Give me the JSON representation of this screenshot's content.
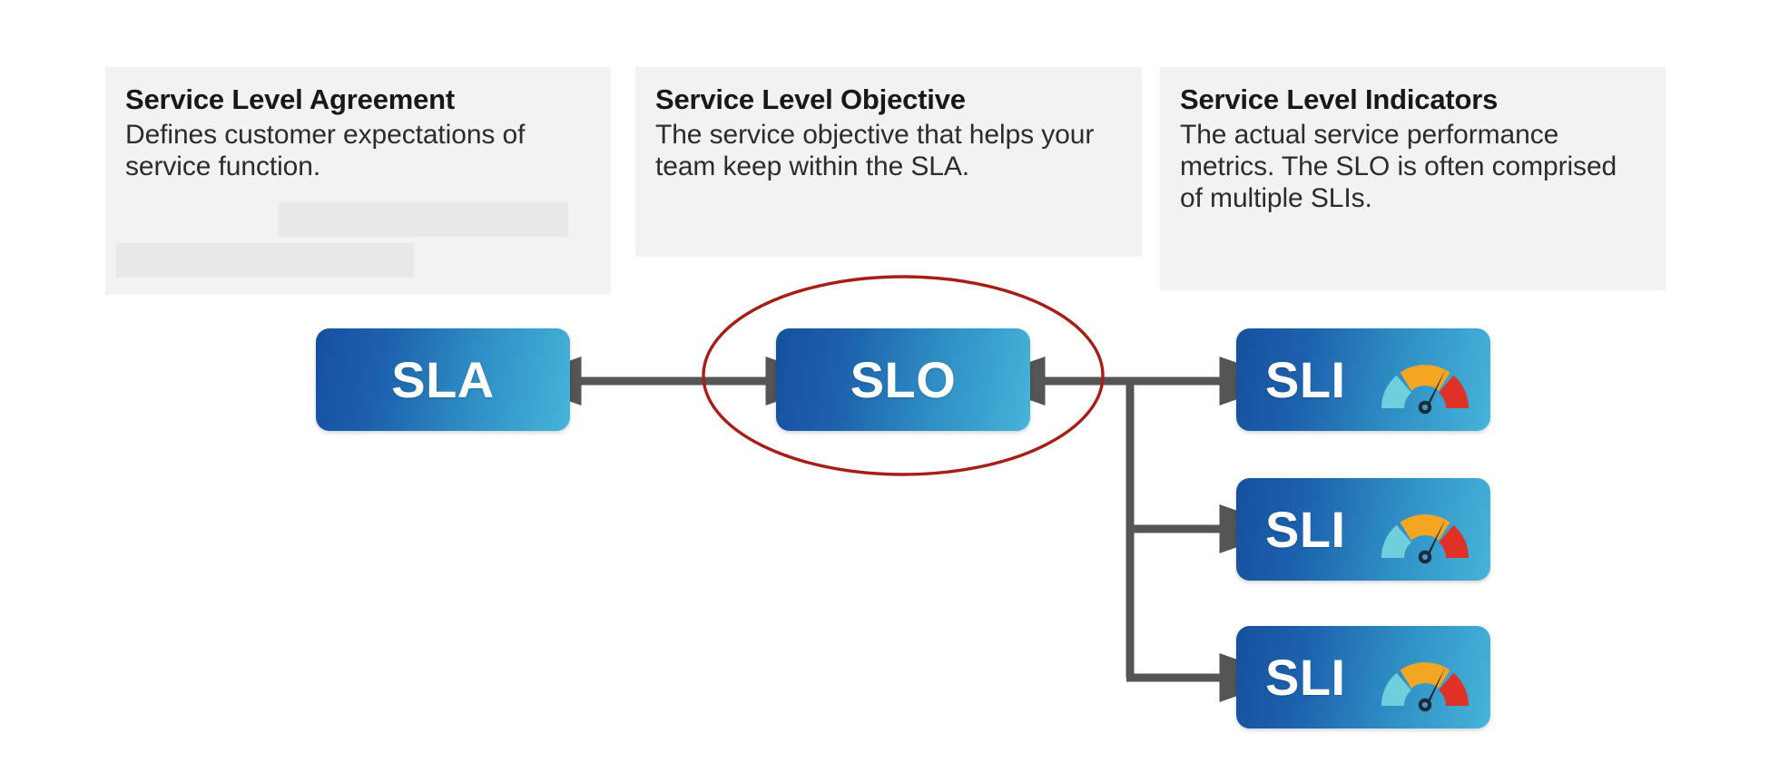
{
  "diagram": {
    "title": "SLA / SLO / SLI relationship diagram",
    "background_color": "#ffffff",
    "cards": [
      {
        "id": "sla",
        "title": "Service Level Agreement",
        "body": "Defines customer expectations of service function.",
        "background_color": "#f2f2f2",
        "has_redaction_bars": true
      },
      {
        "id": "slo",
        "title": "Service Level Objective",
        "body": "The service objective that helps your team keep within the SLA.",
        "background_color": "#f2f2f2",
        "has_redaction_bars": false
      },
      {
        "id": "sli",
        "title": "Service Level Indicators",
        "body": "The actual service performance metrics. The SLO is often comprised of multiple SLIs.",
        "background_color": "#f2f2f2",
        "has_redaction_bars": false
      }
    ],
    "nodes": [
      {
        "id": "sla",
        "label": "SLA",
        "has_gauge_icon": false
      },
      {
        "id": "slo",
        "label": "SLO",
        "has_gauge_icon": false,
        "highlighted": true
      },
      {
        "id": "sli-1",
        "label": "SLI",
        "has_gauge_icon": true
      },
      {
        "id": "sli-2",
        "label": "SLI",
        "has_gauge_icon": true
      },
      {
        "id": "sli-3",
        "label": "SLI",
        "has_gauge_icon": true
      }
    ],
    "highlight": {
      "shape": "ellipse",
      "target": "SLO",
      "stroke_color": "#a81d14",
      "stroke_width": 3
    },
    "connectors": [
      {
        "id": "sla-slo",
        "from": "SLA",
        "to": "SLO",
        "style": "double-arrow",
        "color": "#555555"
      },
      {
        "id": "sli-trunk-slo",
        "from": "SLI group",
        "to": "SLO",
        "style": "arrow-left",
        "color": "#555555"
      },
      {
        "id": "trunk-sli-1",
        "from": "trunk",
        "to": "SLI",
        "style": "arrow-right",
        "color": "#555555"
      },
      {
        "id": "trunk-sli-2",
        "from": "trunk",
        "to": "SLI",
        "style": "arrow-right",
        "color": "#555555"
      },
      {
        "id": "trunk-sli-3",
        "from": "trunk",
        "to": "SLI",
        "style": "arrow-right",
        "color": "#555555"
      }
    ],
    "colors": {
      "node_gradient_start": "#16509e",
      "node_gradient_end": "#45b4da",
      "card_background": "#f2f2f2",
      "redaction_bar": "#e8e8e8",
      "connector": "#555555",
      "highlight_ellipse": "#a81d14",
      "gauge_low": "#6fcfdd",
      "gauge_mid": "#f4a623",
      "gauge_high": "#e03127",
      "gauge_needle": "#1c2b3a",
      "node_text": "#ffffff",
      "title_text": "#16181c",
      "body_text": "#2a2c30"
    },
    "gauge": {
      "segments": [
        {
          "name": "low",
          "color": "#6fcfdd"
        },
        {
          "name": "mid",
          "color": "#f4a623"
        },
        {
          "name": "high",
          "color": "#e03127"
        }
      ],
      "needle_points_to": "mid-high boundary"
    }
  }
}
